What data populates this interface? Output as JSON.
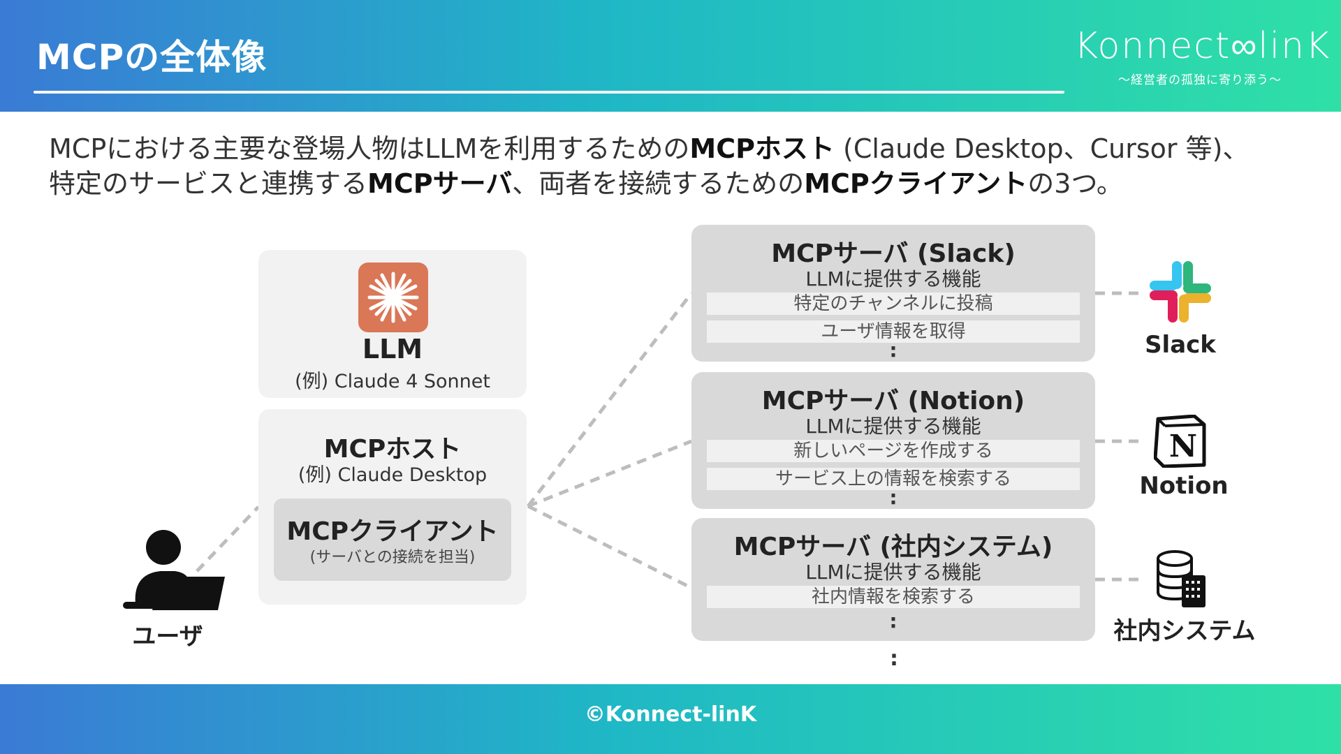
{
  "header": {
    "title": "MCPの全体像",
    "brand_name": "Konnect∞linK",
    "brand_tagline": "〜経営者の孤独に寄り添う〜"
  },
  "intro": {
    "line1_a": "MCPにおける主要な登場人物はLLMを利用するための",
    "line1_bold": "MCPホスト",
    "line1_b": " (Claude Desktop、Cursor 等)、",
    "line2_a": "特定のサービスと連携する",
    "line2_bold1": "MCPサーバ",
    "line2_b": "、両者を接続するための",
    "line2_bold2": "MCPクライアント",
    "line2_c": "の3つ。"
  },
  "llm": {
    "title": "LLM",
    "example": "(例) Claude 4 Sonnet",
    "icon": "claude-logo-icon"
  },
  "host": {
    "title": "MCPホスト",
    "example": "(例) Claude Desktop"
  },
  "client": {
    "title": "MCPクライアント",
    "note": "(サーバとの接続を担当)"
  },
  "user": {
    "label": "ユーザ",
    "icon": "user-laptop-icon"
  },
  "servers": [
    {
      "title": "MCPサーバ (Slack)",
      "subtitle": "LLMに提供する機能",
      "items": [
        "特定のチャンネルに投稿",
        "ユーザ情報を取得"
      ],
      "ellipsis": ":",
      "service_label": "Slack",
      "service_icon": "slack-logo-icon"
    },
    {
      "title": "MCPサーバ (Notion)",
      "subtitle": "LLMに提供する機能",
      "items": [
        "新しいページを作成する",
        "サービス上の情報を検索する"
      ],
      "ellipsis": ":",
      "service_label": "Notion",
      "service_icon": "notion-logo-icon"
    },
    {
      "title": "MCPサーバ (社内システム)",
      "subtitle": "LLMに提供する機能",
      "items": [
        "社内情報を検索する"
      ],
      "ellipsis": ":",
      "service_label": "社内システム",
      "service_icon": "database-server-icon"
    }
  ],
  "more_servers": ":",
  "footer": {
    "copyright": "©Konnect-linK"
  },
  "colors": {
    "accent_from": "#3a7bd5",
    "accent_mid": "#1fb7c6",
    "accent_to": "#2fe0a6",
    "claude": "#d97757"
  }
}
